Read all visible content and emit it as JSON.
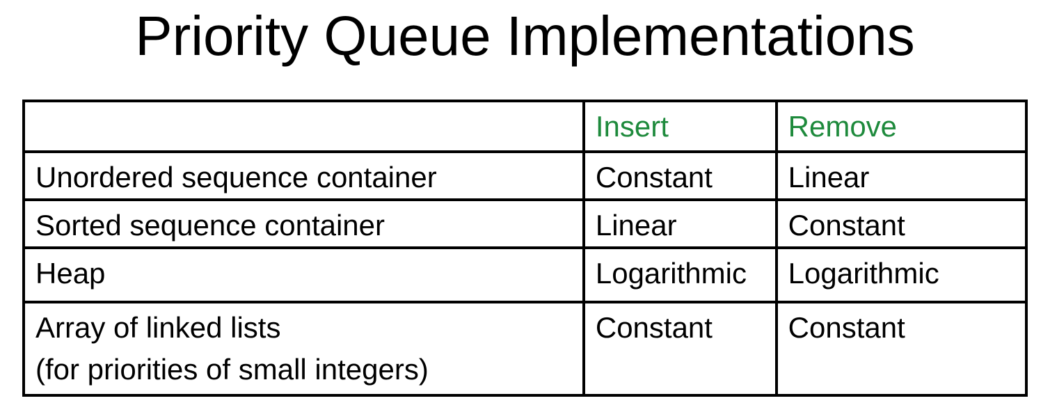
{
  "title": "Priority Queue Implementations",
  "table": {
    "headers": {
      "name": "",
      "insert": "Insert",
      "remove": "Remove"
    },
    "rows": [
      {
        "name_line1": "Unordered sequence container",
        "name_line2": "",
        "insert": "Constant",
        "remove": "Linear"
      },
      {
        "name_line1": "Sorted sequence container",
        "name_line2": "",
        "insert": "Linear",
        "remove": "Constant"
      },
      {
        "name_line1": "Heap",
        "name_line2": "",
        "insert": "Logarithmic",
        "remove": "Logarithmic"
      },
      {
        "name_line1": "Array of linked lists",
        "name_line2": "(for priorities of small integers)",
        "insert": "Constant",
        "remove": "Constant"
      }
    ]
  },
  "colors": {
    "header_text": "#1e8a3c",
    "border": "#000000",
    "text": "#000000",
    "background": "#ffffff"
  }
}
